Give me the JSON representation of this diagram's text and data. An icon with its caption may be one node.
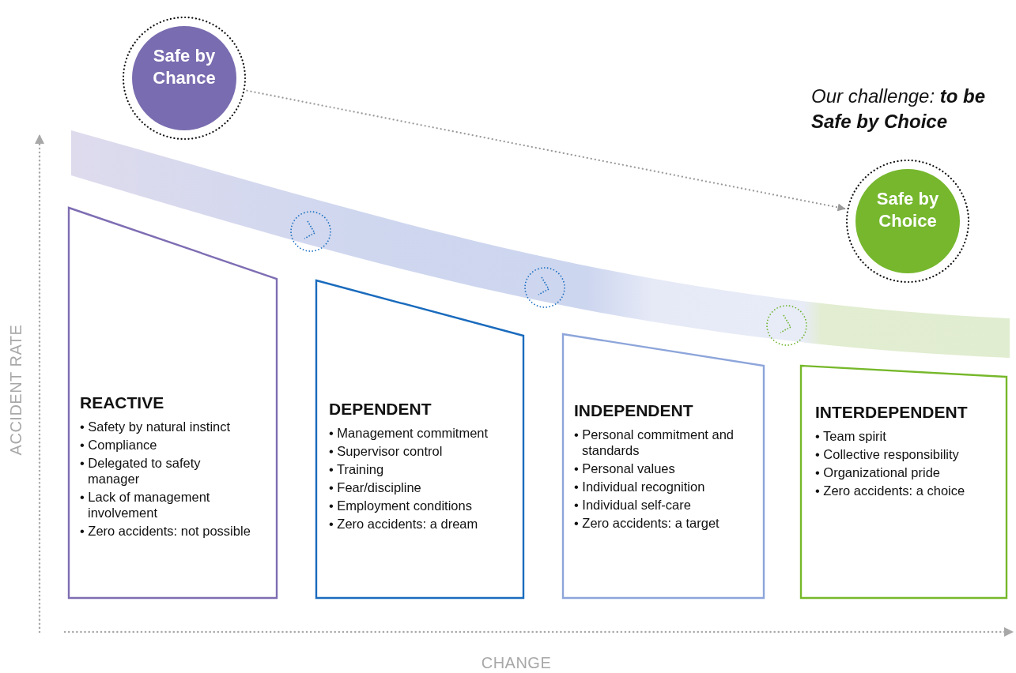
{
  "diagram": {
    "nodes": [
      {
        "text": [
          "Safe by Chance"
        ]
      },
      {
        "text": [
          "REACTIVE",
          "• Safety by natural instinct",
          "• Compliance",
          "• Delegated to safety manager",
          "• Lack of management involvement",
          "• Zero accidents: not possible"
        ]
      },
      {
        "text": [
          "DEPENDENT",
          "• Management commitment",
          "• Supervisor control",
          "• Training",
          "• Fear/discipline",
          "• Employment conditions",
          "• Zero accidents: a dream"
        ]
      },
      {
        "text": [
          "INDEPENDENT",
          "• Personal commitment and standards",
          "• Personal values",
          "• Individual recognition",
          "• Individual self-care",
          "• Zero accidents: a target"
        ]
      },
      {
        "text": [
          "INTERDEPENDENT",
          "• Team spirit",
          "• Collective responsibility",
          "• Organizational pride",
          "• Zero accidents: a choice"
        ]
      },
      {
        "text": [
          "Safe by Choice"
        ]
      }
    ],
    "edges": [
      {
        "from": 0,
        "to": 5,
        "arrow": "to",
        "style": "dashed"
      }
    ],
    "labels": [
      "Our challenge: **to be Safe by Choice**",
      "ACCIDENT RATE",
      "CHANGE"
    ]
  }
}
